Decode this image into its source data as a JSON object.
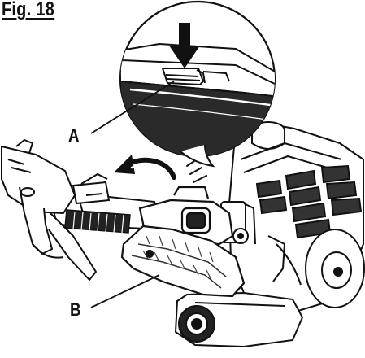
{
  "figure": {
    "title": "Fig. 18",
    "callouts": {
      "a": "A",
      "b": "B"
    }
  }
}
